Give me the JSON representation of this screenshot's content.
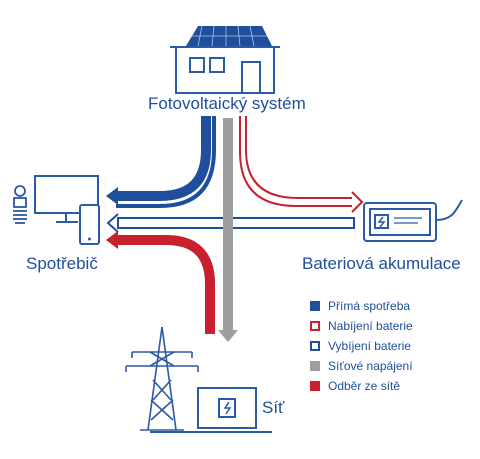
{
  "labels": {
    "pv": "Fotovoltaický systém",
    "consumer": "Spotřebič",
    "battery": "Bateriová akumulace",
    "grid": "Síť"
  },
  "legend": [
    {
      "label": "Přímá spotřeba",
      "style": "filled",
      "color": "#1f4e9c"
    },
    {
      "label": "Nabíjení baterie",
      "style": "outline",
      "color": "#c8202e"
    },
    {
      "label": "Vybíjení baterie",
      "style": "outline",
      "color": "#1f4e9c"
    },
    {
      "label": "Síťové napájení",
      "style": "filled",
      "color": "#9e9e9e"
    },
    {
      "label": "Odběr ze sítě",
      "style": "filled",
      "color": "#c8202e"
    }
  ],
  "colors": {
    "blue": "#1f4e9c",
    "red": "#c8202e",
    "gray": "#9e9e9e",
    "light_blue": "#aec6e6",
    "icon_line": "#2b5aa6"
  },
  "icons": [
    "house-icon",
    "solar-panel-icon",
    "monitor-icon",
    "tablet-icon",
    "bulb-icon",
    "battery-icon",
    "power-pylon-icon",
    "meter-box-icon"
  ]
}
